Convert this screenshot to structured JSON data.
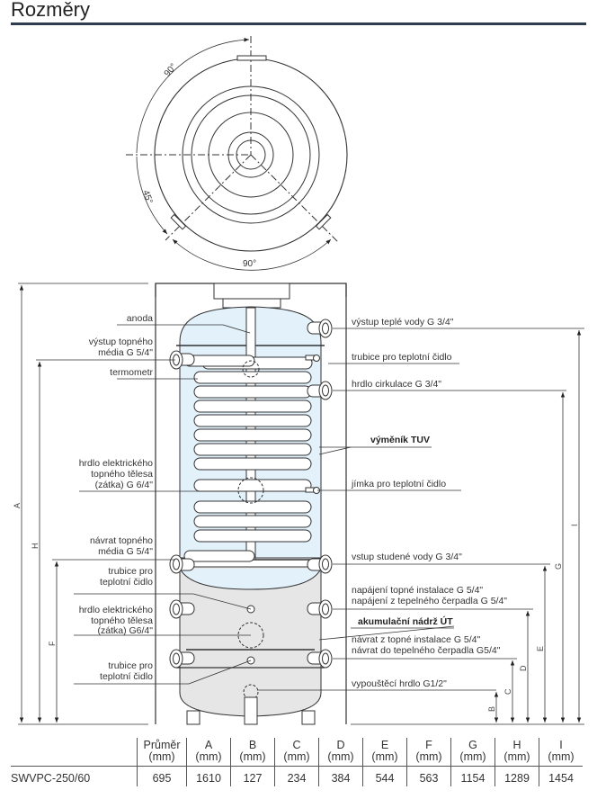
{
  "page": {
    "title": "Rozměry"
  },
  "colors": {
    "title_rule": "#2e3d4f",
    "tuv_water": "#e3f1fb",
    "heating_water": "#e6e6e6",
    "line": "#333333"
  },
  "top_view": {
    "angle_top_left": "90°",
    "angle_left_lower": "45°",
    "angle_bottom": "90°"
  },
  "labels_left": {
    "anoda": "anoda",
    "vystup_topneho_1": "výstup topného",
    "vystup_topneho_2": "média G 5/4\"",
    "termometr": "termometr",
    "hrdlo_el_1_l1": "hrdlo elektrického",
    "hrdlo_el_1_l2": "topného tělesa",
    "hrdlo_el_1_l3": "(zátka) G 6/4\"",
    "navrat_topneho_1": "návrat topného",
    "navrat_topneho_2": "média G 5/4\"",
    "trubice_1_l1": "trubice pro",
    "trubice_1_l2": "teplotní čidlo",
    "hrdlo_el_2_l1": "hrdlo elektrického",
    "hrdlo_el_2_l2": "topného tělesa",
    "hrdlo_el_2_l3": "(zátka) G6/4\"",
    "trubice_2_l1": "trubice pro",
    "trubice_2_l2": "teplotní čidlo"
  },
  "labels_right": {
    "vystup_teple_vody": "výstup teplé vody G 3/4\"",
    "trubice_horni": "trubice pro teplotní čidlo",
    "hrdlo_cirkulace": "hrdlo cirkulace G 3/4\"",
    "vymenik_tuv": "výměník TUV",
    "jimka": "jímka pro teplotní čidlo",
    "vstup_studene_vody": "vstup studené vody G 3/4\"",
    "napajeni_1": "napájení topné instalace G 5/4\"",
    "napajeni_2": "napájení z tepelného čerpadla G 5/4\"",
    "akumulacni_nadrz": "akumulační nádrž ÚT",
    "navrat_1": "návrat z topné instalace G 5/4\"",
    "navrat_2": "návrat do tepelného čerpadla G5/4\"",
    "vypousteci": "vypouštěcí hrdlo G1/2\""
  },
  "dimension_letters": {
    "A": "A",
    "H": "H",
    "F": "F",
    "I": "I",
    "G": "G",
    "E": "E",
    "D": "D",
    "C": "C",
    "B": "B"
  },
  "table": {
    "headers": [
      {
        "l1": "Průměr",
        "l2": "(mm)"
      },
      {
        "l1": "A",
        "l2": "(mm)"
      },
      {
        "l1": "B",
        "l2": "(mm)"
      },
      {
        "l1": "C",
        "l2": "(mm)"
      },
      {
        "l1": "D",
        "l2": "(mm)"
      },
      {
        "l1": "E",
        "l2": "(mm)"
      },
      {
        "l1": "F",
        "l2": "(mm)"
      },
      {
        "l1": "G",
        "l2": "(mm)"
      },
      {
        "l1": "H",
        "l2": "(mm)"
      },
      {
        "l1": "I",
        "l2": "(mm)"
      }
    ],
    "rows": [
      {
        "model": "SWVPC-250/60",
        "values": [
          "695",
          "1610",
          "127",
          "234",
          "384",
          "544",
          "563",
          "1154",
          "1289",
          "1454"
        ]
      }
    ]
  }
}
